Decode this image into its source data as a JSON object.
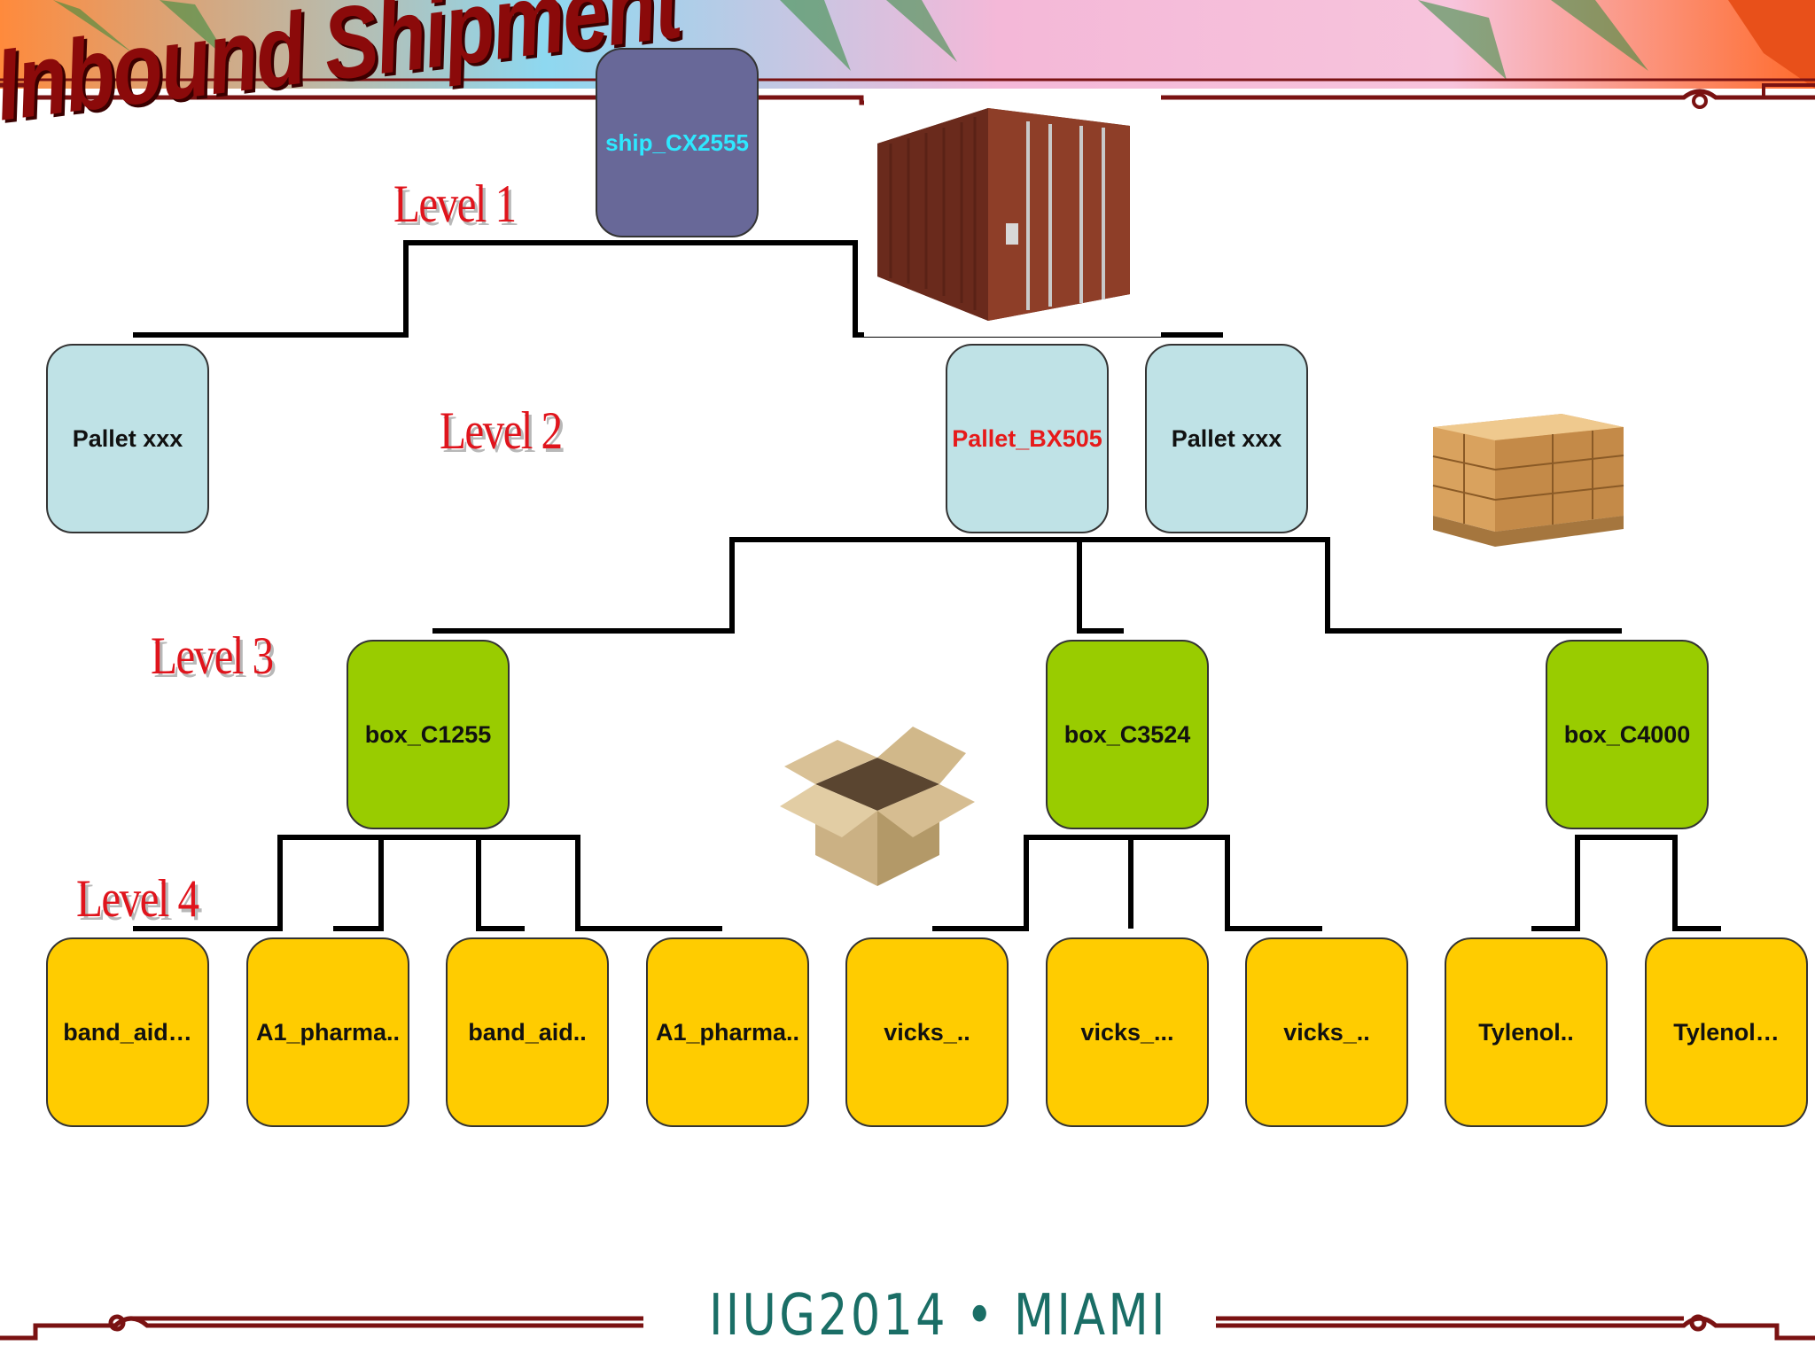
{
  "title": "Inbound Shipment",
  "levels": [
    "Level 1",
    "Level 2",
    "Level 3",
    "Level 4"
  ],
  "footer": "IIUG2014 • MIAMI",
  "colors": {
    "title": "#8b0a0a",
    "level_labels": "#e0141c",
    "ship": "#686898",
    "ship_text": "#2ee8ff",
    "pallet": "#bfe2e6",
    "pallet_highlight_text": "#e61a1a",
    "box": "#99cc00",
    "item": "#ffcc00",
    "footer": "#1a6e66"
  },
  "tree": {
    "ship": "ship_CX2555",
    "pallets": [
      "Pallet xxx",
      "Pallet_BX505",
      "Pallet xxx"
    ],
    "boxes": [
      "box_C1255",
      "box_C3524",
      "box_C4000"
    ],
    "items": [
      "band_aid…",
      "A1_pharma..",
      "band_aid..",
      "A1_pharma..",
      "vicks_..",
      "vicks_...",
      "vicks_..",
      "Tylenol..",
      "Tylenol…"
    ]
  },
  "images": [
    "shipping-container",
    "pallet-of-boxes",
    "open-cardboard-box"
  ]
}
